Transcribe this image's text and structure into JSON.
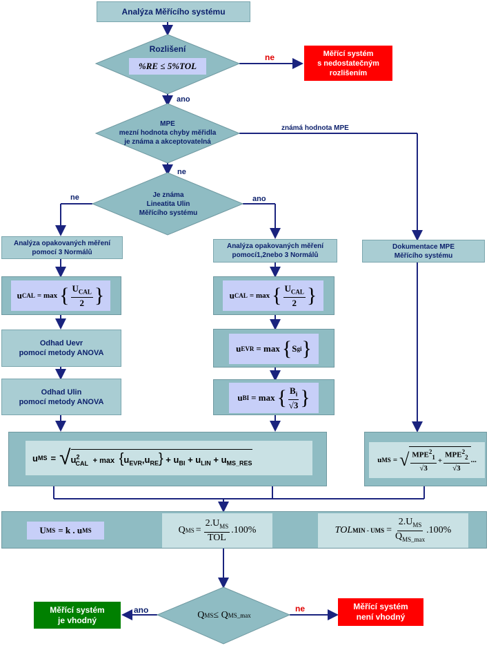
{
  "title": "Analýza Měřícího systému",
  "decision_resolution": {
    "title": "Rozlišení",
    "formula": "%RE ≤ 5%TOL"
  },
  "label_ne_1": "ne",
  "red_box_1": [
    "Měřící systém",
    "s nedostatečným",
    "rozlišením"
  ],
  "label_ano_1": "ano",
  "decision_mpe": [
    "MPE",
    "mezní hodnota chyby měřidla",
    "je známa a akceptovatelná"
  ],
  "label_known_mpe": "známá hodnota MPE",
  "label_ne_2": "ne",
  "decision_lin": [
    "Je známa",
    "Lineatita Ulin",
    "Měřícího systému"
  ],
  "label_ne_3": "ne",
  "label_ano_3": "ano",
  "left_box_1": [
    "Analýza opakovaných měření",
    "pomocí 3 Normálů"
  ],
  "mid_box_1": [
    "Analýza opakovaných měření",
    "pomocí1,2nebo 3 Normálů"
  ],
  "right_box_1": [
    "Dokumentace MPE",
    "Měřícího systému"
  ],
  "formula_ucal": {
    "lhs": "u",
    "sub": "CAL",
    "eq": "= max",
    "num": "U",
    "num_sub": "CAL",
    "den": "2"
  },
  "formula_uevr": {
    "lhs": "u",
    "sub": "EVR",
    "eq": "= max",
    "body": "S",
    "body_sub": "gi"
  },
  "formula_ubi": {
    "lhs": "u",
    "sub": "BI",
    "eq": "= max",
    "num": "B",
    "num_sub": "i",
    "den": "√3"
  },
  "left_box_2": [
    "Odhad Uevr",
    "pomocí metody ANOVA"
  ],
  "left_box_3": [
    "Odhad Ulin",
    "pomocí metody ANOVA"
  ],
  "formula_ums": {
    "lhs": "u",
    "lhs_sub": "MS",
    "eq": "=",
    "t1": "u",
    "t1_sub": "CAL",
    "sq": "2",
    "max": "+ max",
    "t2": "u",
    "t2_sub": "EVR",
    "t3": "u",
    "t3_sub": "RE",
    "t4": "+ u",
    "t4_sub": "BI",
    "t5": "+ u",
    "t5_sub": "LIN",
    "t6": "+ u",
    "t6_sub": "MS_RES"
  },
  "formula_ums_mpe": {
    "lhs": "u",
    "lhs_sub": "MS",
    "eq": "=",
    "n1": "MPE",
    "n1_sup": "2",
    "n1_sub": "1",
    "d": "√3",
    "plus": "+",
    "n2": "MPE",
    "n2_sup": "2",
    "n2_sub": "2",
    "tail": "..."
  },
  "formula_Ums": {
    "lhs": "U",
    "lhs_sub": "MS",
    "rhs": "= k . u",
    "rhs_sub": "MS"
  },
  "formula_qms": {
    "lhs": "Q",
    "lhs_sub": "MS",
    "eq": "=",
    "num": "2.U",
    "num_sub": "MS",
    "den": "TOL",
    "tail": ".100%"
  },
  "formula_tol": {
    "lhs": "TOL",
    "lhs_sub": "MIN - UMS",
    "eq": "=",
    "num": "2.U",
    "num_sub": "MS",
    "den": "Q",
    "den_sub": "MS_max",
    "tail": ".100%"
  },
  "decision_final": {
    "lhs": "Q",
    "lhs_sub": "MS",
    "op": "≤ Q",
    "rhs_sub": "MS_max"
  },
  "label_ano_final": "ano",
  "label_ne_final": "ne",
  "green_box": [
    "Měřící systém",
    "je vhodný"
  ],
  "red_box_final": [
    "Měřící systém",
    "není vhodný"
  ]
}
